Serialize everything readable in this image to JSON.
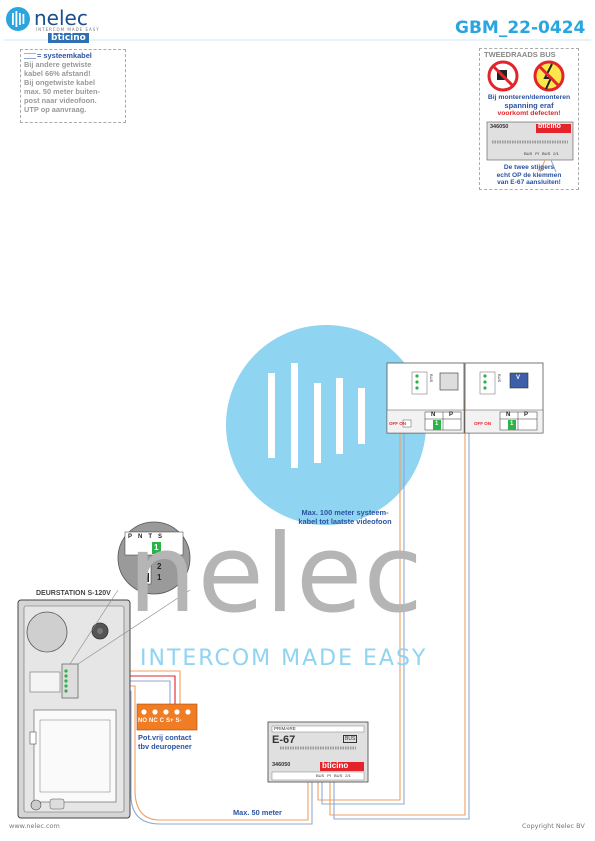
{
  "header": {
    "logo_text": "nelec",
    "logo_sub": "INTERCOM MADE EASY",
    "brand_bticino": "bticino",
    "doc_code": "GBM_22-0424"
  },
  "cable_note": {
    "legend": "= systeemkabel",
    "lines": [
      "Bij andere getwiste",
      "kabel 66% afstand!",
      "Bij ongetwiste kabel",
      "max. 50 meter buiten-",
      "post naar videofoon.",
      "UTP op aanvraag."
    ]
  },
  "bus_box": {
    "title": "TWEEDRAADS BUS",
    "warning_lines": [
      "Bij monteren/demonteren",
      "spanning eraf",
      "voorkomt defecten!"
    ],
    "module_code": "346050",
    "module_brand": "bticino",
    "terminal_labels": [
      "BUS",
      "PI",
      "BUS",
      "2/1"
    ],
    "footer_lines": [
      "De twee stijgers",
      "echt OP de klemmen",
      "van E-67 aansluiten!"
    ]
  },
  "watermark": {
    "word": "nelec",
    "tagline": "INTERCOM MADE EASY"
  },
  "door_station": {
    "label": "DEURSTATION S-120V"
  },
  "dip_zoom": {
    "terminals": [
      "P",
      "N",
      "T",
      "S"
    ],
    "highlight": "1",
    "switch_labels": [
      "2",
      "1"
    ]
  },
  "relay": {
    "terminals": [
      "NO",
      "NC",
      "C",
      "S+",
      "S-"
    ],
    "caption_lines": [
      "Pot.vrij contact",
      "tbv deuropener"
    ]
  },
  "power_supply": {
    "primary_label": "PRIMAIRE",
    "model": "E-67",
    "code": "346050",
    "brand": "bticino",
    "bus_label": "BUS",
    "terminal_labels": [
      "BUS",
      "PI",
      "BUS",
      "2/1"
    ]
  },
  "monitors": [
    {
      "bus_label": "BUS",
      "off_on": "OFF ON",
      "n_label": "N",
      "p_label": "P",
      "n_value": "1",
      "screen": ""
    },
    {
      "bus_label": "BUS",
      "off_on": "OFF ON",
      "n_label": "N",
      "p_label": "P",
      "n_value": "1",
      "screen": "V"
    }
  ],
  "labels": {
    "max100_lines": [
      "Max. 100 meter systeem-",
      "kabel tot laatste videofoon"
    ],
    "max50": "Max. 50 meter"
  },
  "footer": {
    "website": "www.nelec.com",
    "copyright": "Copyright Nelec BV"
  },
  "colors": {
    "accent_blue": "#2aa5e0",
    "label_blue": "#2b53a3",
    "watermark_grey": "#b5b5b5",
    "relay_orange": "#f07c23",
    "wire_orange": "#f0a060",
    "terminal_green": "#2bb34a"
  }
}
